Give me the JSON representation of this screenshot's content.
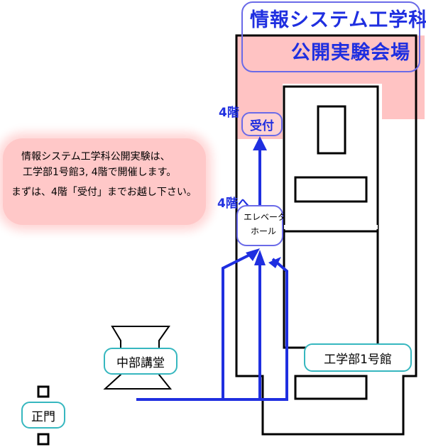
{
  "title": {
    "line1": "情報システム工学科",
    "line2": "公開実験会場"
  },
  "floor_labels": {
    "reception_floor": "4階",
    "to_fourth_floor": "4階へ"
  },
  "reception": "受付",
  "elevator": {
    "line1": "エレベータ",
    "line2": "ホール"
  },
  "info": {
    "line1": "情報システム工学科公開実験は、",
    "line2": "工学部1号館3, 4階で開催します。",
    "line3": "まずは、4階「受付」までお越し下さい。"
  },
  "places": {
    "auditorium": "中部講堂",
    "main_gate": "正門",
    "building": "工学部1号館"
  },
  "colors": {
    "route": "#1f2fe0",
    "highlight": "#ffc8c8",
    "label_border": "#36b7bf",
    "accent_border": "#6a6ae8"
  }
}
